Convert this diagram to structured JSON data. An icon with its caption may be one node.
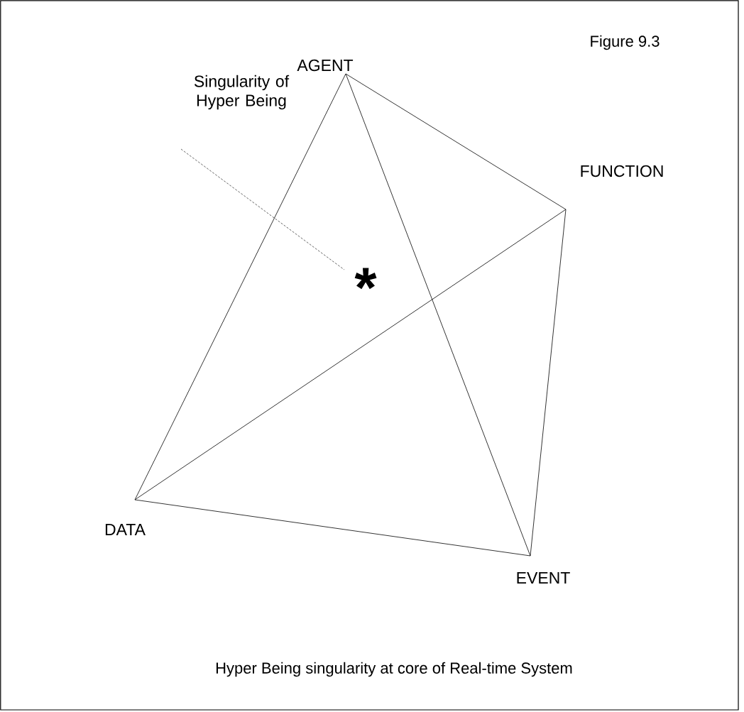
{
  "diagram": {
    "title": "Figure 9.3",
    "caption": "Hyper Being singularity at core of Real-time System",
    "nodes": [
      {
        "text": [
          "AGENT"
        ]
      },
      {
        "text": [
          "FUNCTION"
        ]
      },
      {
        "text": [
          "DATA"
        ]
      },
      {
        "text": [
          "EVENT"
        ]
      },
      {
        "text": [
          "Singularity of Hyper Being"
        ]
      },
      {
        "text": [
          "*"
        ]
      }
    ],
    "edges": [
      {
        "from": 0,
        "to": 2,
        "arrow": "none"
      },
      {
        "from": 0,
        "to": 3,
        "arrow": "none"
      },
      {
        "from": 0,
        "to": 1,
        "arrow": "none"
      },
      {
        "from": 1,
        "to": 2,
        "arrow": "none"
      },
      {
        "from": 1,
        "to": 3,
        "arrow": "none"
      },
      {
        "from": 2,
        "to": 3,
        "arrow": "none"
      },
      {
        "from": 4,
        "to": 5,
        "arrow": "none",
        "style": "dashed"
      }
    ]
  }
}
